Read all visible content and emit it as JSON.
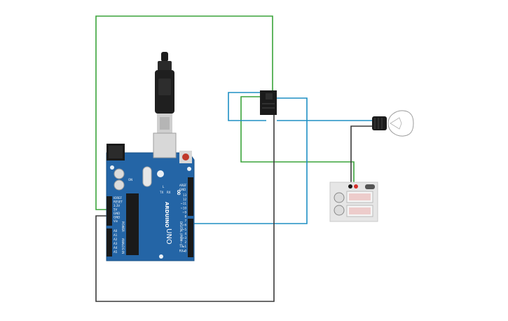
{
  "arduino": {
    "brand": "ARDUINO",
    "model": "UNO",
    "on_label": "ON",
    "l_label": "L",
    "tx_label": "TX",
    "rx_label": "RX",
    "power_label": "POWER",
    "analog_label": "ANALOG IN",
    "digital_label": "DIGITAL (PWM~)",
    "aref_label": "AREF",
    "gnd_label": "GND",
    "power_pins": [
      "IOREF",
      "RESET",
      "3.3V",
      "5V",
      "GND",
      "GND",
      "Vin"
    ],
    "analog_pins": [
      "A0",
      "A1",
      "A2",
      "A3",
      "A4",
      "A5"
    ],
    "digital_pins": [
      "13",
      "12",
      "~11",
      "~10",
      "~9",
      "8",
      "7",
      "~6",
      "~5",
      "4",
      "~3",
      "2",
      "TX▸1",
      "RX◂0"
    ]
  },
  "wires": {
    "green": "#3aa33a",
    "blue": "#1e8fc4",
    "black": "#3a3a3a"
  },
  "colors": {
    "board": "#2465a6",
    "board_dark": "#164f86",
    "relay_body": "#1b1b1b",
    "power_supply": "#e6e6e6"
  }
}
